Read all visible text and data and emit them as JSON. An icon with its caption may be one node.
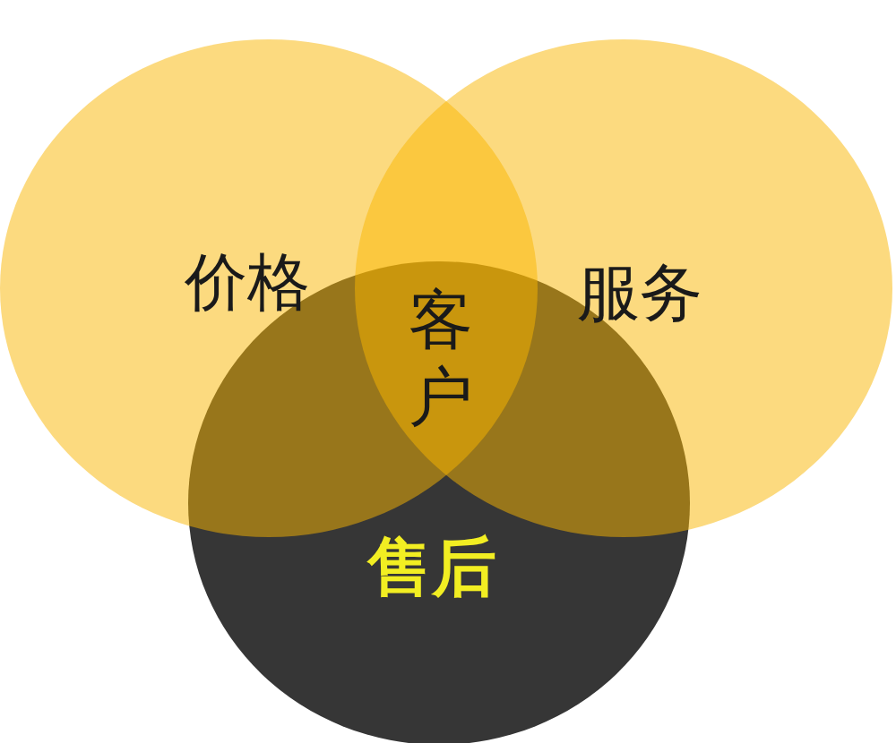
{
  "diagram": {
    "nodes": [
      {
        "text": [
          "价格"
        ]
      },
      {
        "text": [
          "服务"
        ]
      },
      {
        "text": [
          "售后"
        ]
      }
    ],
    "labels": [
      "客户"
    ]
  }
}
